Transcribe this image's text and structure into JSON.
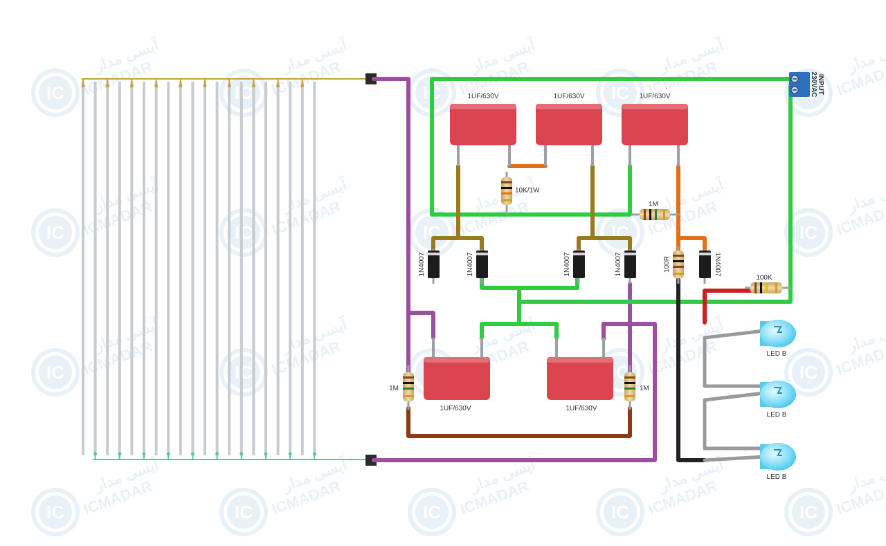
{
  "watermark": {
    "logo": "IC",
    "brand": "ICMADAR",
    "arabic": "آیسی مدار",
    "color": "#d6e4f2"
  },
  "labels": {
    "cap_top_1": "1UF/630V",
    "cap_top_2": "1UF/630V",
    "cap_top_3": "1UF/630V",
    "cap_bottom_1": "1UF/630V",
    "cap_bottom_2": "1UF/630V",
    "res_10k": "10K/1W",
    "res_1m_mid": "1M",
    "res_1m_left": "1M",
    "res_1m_right": "1M",
    "res_100r": "100R",
    "res_100k": "100K",
    "diode_1": "1N4007",
    "diode_2": "1N4007",
    "diode_3": "1N4007",
    "diode_4": "1N4007",
    "diode_5": "1N4007",
    "led_1": "LED B",
    "led_2": "LED B",
    "led_3": "LED B",
    "input_line1": "INPUT",
    "input_line2": "230VAC"
  },
  "colors": {
    "wire_green": "#2ecc40",
    "wire_purple": "#9b4f9e",
    "wire_olive": "#9a7a1e",
    "wire_orange": "#e0701a",
    "wire_red": "#cc1f1f",
    "wire_black": "#222222",
    "wire_brown": "#8b3a12",
    "wire_gray": "#9a9a9a",
    "capacitor": "#d9444f",
    "led": "#7fdcf5",
    "grid_bar": "#c8ccd0",
    "bus_top": "#c8a23a",
    "bus_bottom": "#4fc99a",
    "terminal": "#2f6fbf"
  }
}
